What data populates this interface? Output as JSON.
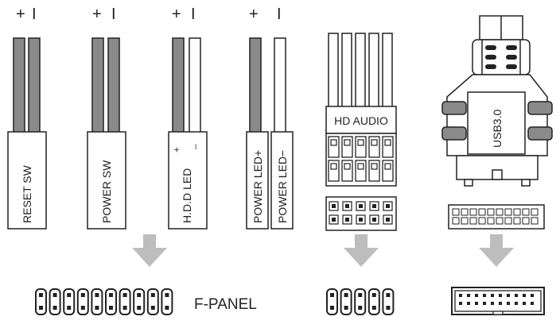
{
  "connectors": {
    "reset": {
      "plus": "+",
      "minus": "I",
      "label": "RESET SW"
    },
    "power": {
      "plus": "+",
      "minus": "I",
      "label": "POWER SW"
    },
    "hdd": {
      "plus": "+",
      "minus": "I",
      "label": "H.D.D LED",
      "tag_plus": "+",
      "tag_minus": "_"
    },
    "pled": {
      "plus": "+",
      "minus": "I",
      "label_plus": "POWER LED+",
      "label_minus": "POWER LED−"
    },
    "hdaudio": {
      "label": "HD AUDIO"
    },
    "usb3": {
      "label": "USB3.0"
    }
  },
  "headers": {
    "fpanel_label": "F-PANEL"
  }
}
